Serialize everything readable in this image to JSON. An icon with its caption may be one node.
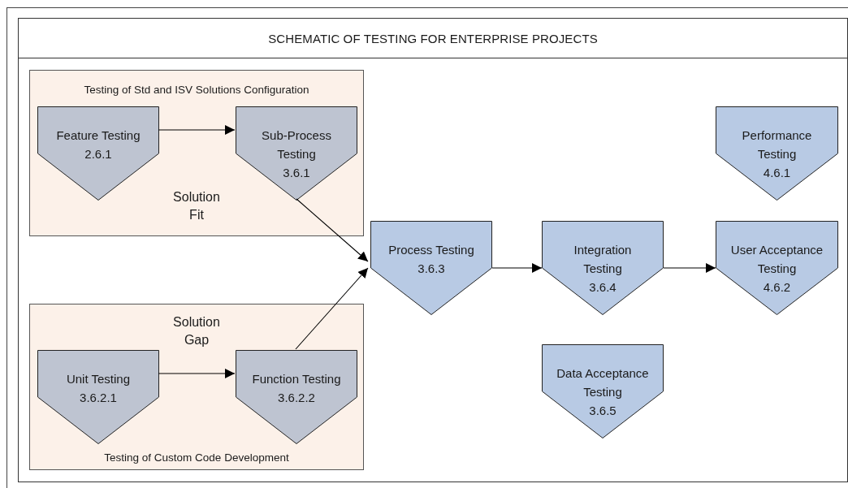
{
  "diagram": {
    "title": "SCHEMATIC OF TESTING FOR ENTERPRISE PROJECTS",
    "nodes": [
      {
        "text": [
          "Testing of Std and ISV Solutions Configuration",
          "Solution Fit"
        ]
      },
      {
        "text": [
          "Feature Testing",
          "2.6.1"
        ],
        "in": 0
      },
      {
        "text": [
          "Sub-Process Testing",
          "3.6.1"
        ],
        "in": 0
      },
      {
        "text": [
          "Solution Gap",
          "Testing of Custom Code Development"
        ]
      },
      {
        "text": [
          "Unit Testing",
          "3.6.2.1"
        ],
        "in": 3
      },
      {
        "text": [
          "Function Testing",
          "3.6.2.2"
        ],
        "in": 3
      },
      {
        "text": [
          "Process Testing",
          "3.6.3"
        ]
      },
      {
        "text": [
          "Integration Testing",
          "3.6.4"
        ]
      },
      {
        "text": [
          "Performance Testing",
          "4.6.1"
        ]
      },
      {
        "text": [
          "User Acceptance Testing",
          "4.6.2"
        ]
      },
      {
        "text": [
          "Data Acceptance Testing",
          "3.6.5"
        ]
      }
    ],
    "edges": [
      {
        "from": 1,
        "to": 2,
        "arrow": "to"
      },
      {
        "from": 4,
        "to": 5,
        "arrow": "to"
      },
      {
        "from": 2,
        "to": 6,
        "arrow": "to"
      },
      {
        "from": 5,
        "to": 6,
        "arrow": "to"
      },
      {
        "from": 6,
        "to": 7,
        "arrow": "to"
      },
      {
        "from": 7,
        "to": 9,
        "arrow": "to"
      }
    ]
  }
}
